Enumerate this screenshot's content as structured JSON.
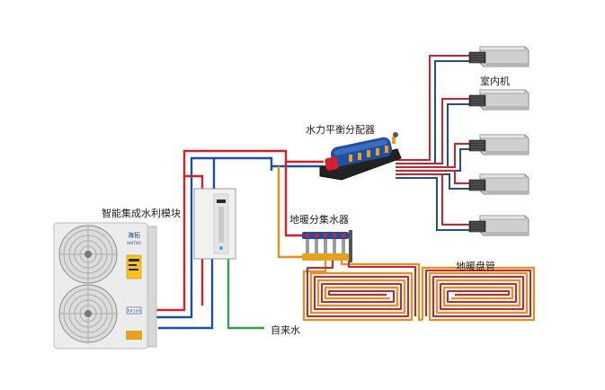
{
  "labels": {
    "indoor_units": "室内机",
    "balance_distributor": "水力平衡分配器",
    "integrated_module": "智能集成水利模块",
    "floor_manifold": "地暖分集水器",
    "floor_coil": "地暖盘管",
    "tap_water": "自来水"
  },
  "outdoor_unit": {
    "brand": "海拓",
    "brand_sub": "HAITUO",
    "badge": "R410A"
  },
  "colors": {
    "supply_pipe": "#d5202c",
    "return_pipe": "#1f4fa0",
    "tap_water_pipe": "#2ea34a",
    "floor_pipe": "#f08c1c",
    "heating_coil_outer": "#f08c1c",
    "heating_coil_inner": "#d5202c"
  },
  "indoor_unit_count": 5
}
